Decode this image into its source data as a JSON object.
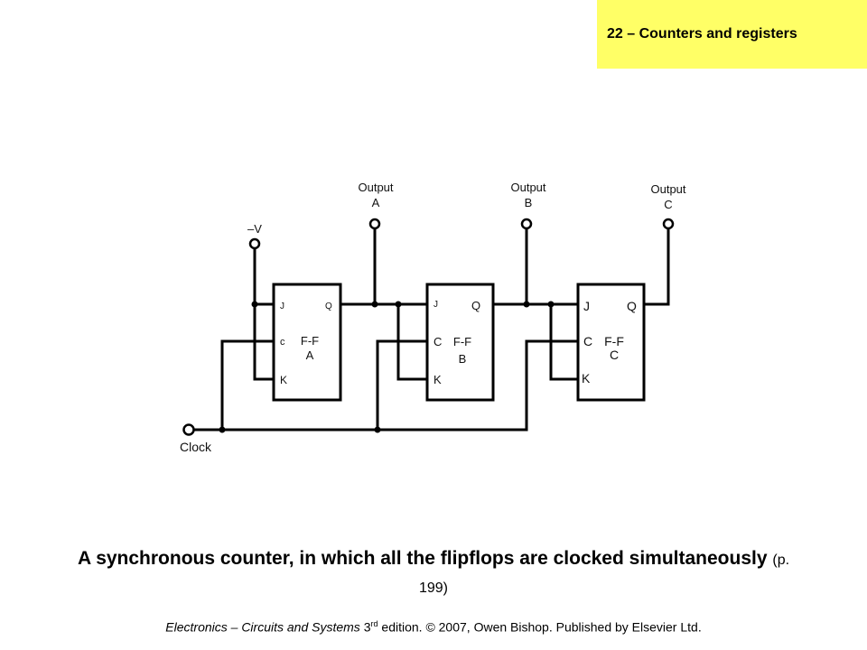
{
  "header": {
    "chapter": "22 – Counters and registers"
  },
  "diagram": {
    "supply_label": "–V",
    "clock_label": "Clock",
    "outputs": [
      {
        "label": "Output",
        "letter": "A"
      },
      {
        "label": "Output",
        "letter": "B"
      },
      {
        "label": "Output",
        "letter": "C"
      }
    ],
    "flipflops": [
      {
        "j": "J",
        "c": "c",
        "k": "K",
        "q": "Q",
        "name": "F-F",
        "letter": "A"
      },
      {
        "j": "J",
        "c": "C",
        "k": "K",
        "q": "Q",
        "name": "F-F",
        "letter": "B"
      },
      {
        "j": "J",
        "c": "C",
        "k": "K",
        "q": "Q",
        "name": "F-F",
        "letter": "C"
      }
    ]
  },
  "caption": {
    "text": "A synchronous counter, in which all the flipflops are clocked simultaneously",
    "page_ref": "(p. 199)"
  },
  "footer": {
    "book": "Electronics – Circuits and Systems",
    "edition_number": "3",
    "edition_suffix": "rd",
    "rest": " edition. © 2007, Owen Bishop. Published by Elsevier Ltd."
  }
}
